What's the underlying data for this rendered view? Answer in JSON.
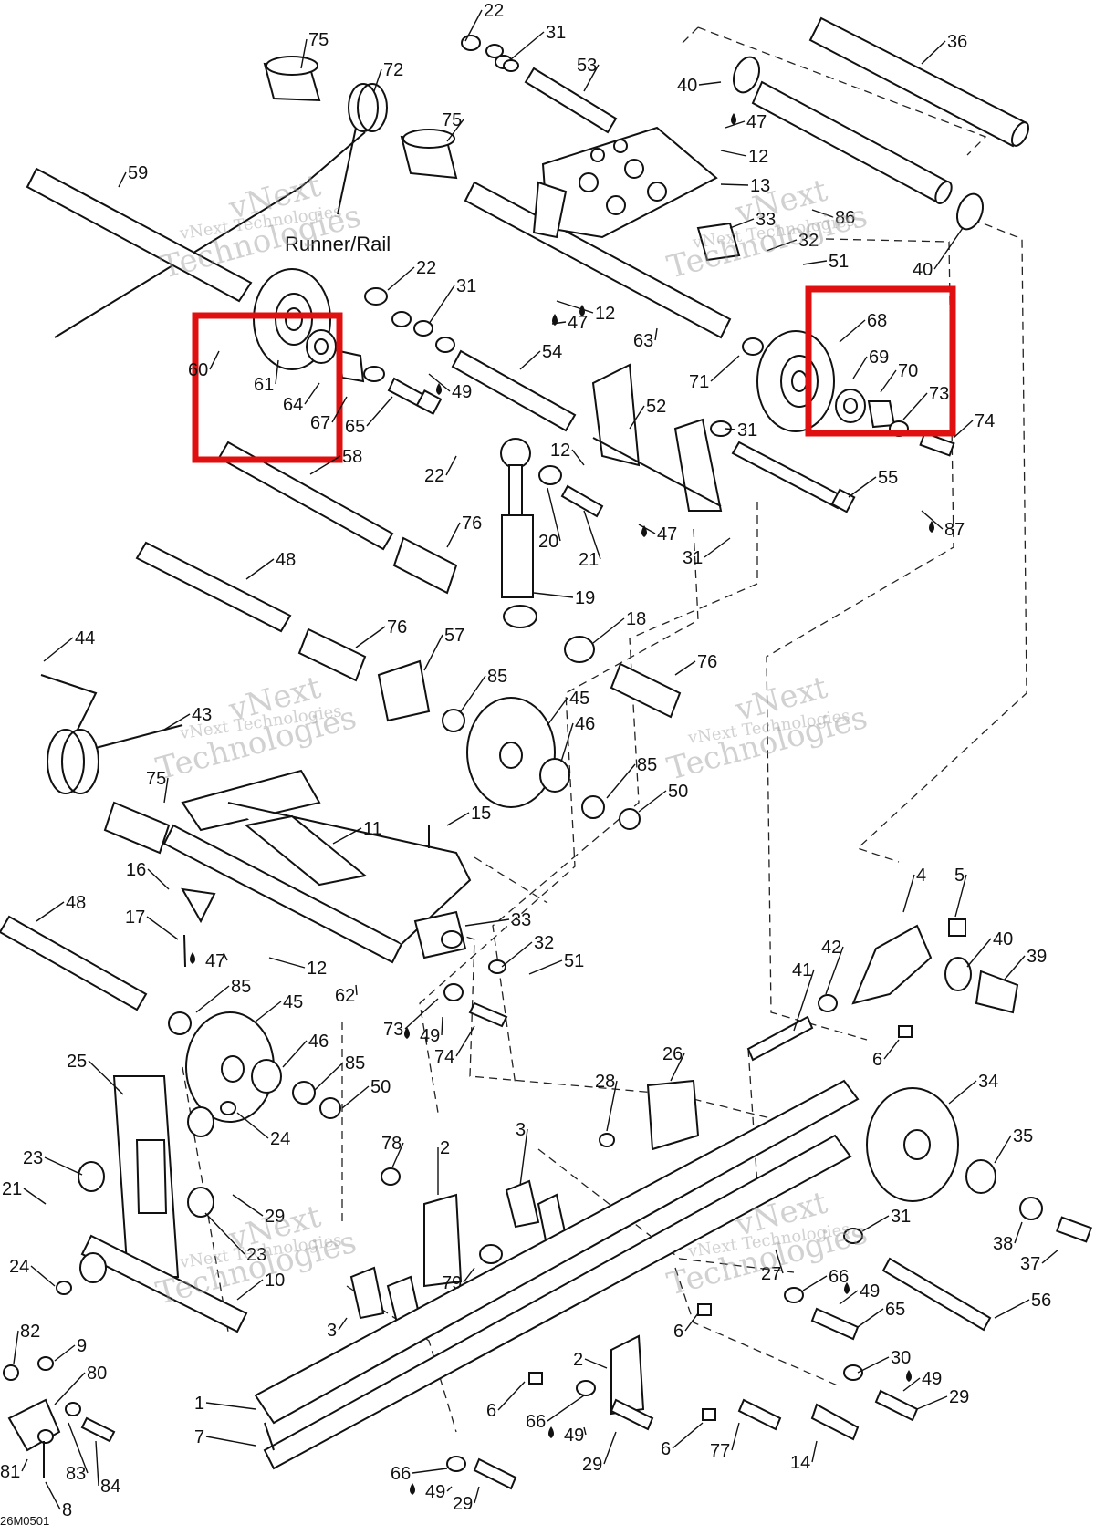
{
  "caption": "Runner/Rail",
  "figure_code": "26M0501",
  "watermarks": [
    "vNext Technologies",
    "Technologies",
    "vNext"
  ],
  "highlight_color": "#e01010",
  "callouts": [
    {
      "id": "c22a",
      "text": "22"
    },
    {
      "id": "c31a",
      "text": "31"
    },
    {
      "id": "c75a",
      "text": "75"
    },
    {
      "id": "c72",
      "text": "72"
    },
    {
      "id": "c53",
      "text": "53"
    },
    {
      "id": "c36",
      "text": "36"
    },
    {
      "id": "c40a",
      "text": "40"
    },
    {
      "id": "c47a",
      "text": "47"
    },
    {
      "id": "c75b",
      "text": "75"
    },
    {
      "id": "c12a",
      "text": "12"
    },
    {
      "id": "c13",
      "text": "13"
    },
    {
      "id": "c59",
      "text": "59"
    },
    {
      "id": "c86",
      "text": "86"
    },
    {
      "id": "c33a",
      "text": "33"
    },
    {
      "id": "c32a",
      "text": "32"
    },
    {
      "id": "c40b",
      "text": "40"
    },
    {
      "id": "c51a",
      "text": "51"
    },
    {
      "id": "c22b",
      "text": "22"
    },
    {
      "id": "c31b",
      "text": "31"
    },
    {
      "id": "c12b",
      "text": "12"
    },
    {
      "id": "c47b",
      "text": "47"
    },
    {
      "id": "c68",
      "text": "68"
    },
    {
      "id": "c63",
      "text": "63"
    },
    {
      "id": "c69",
      "text": "69"
    },
    {
      "id": "c70",
      "text": "70"
    },
    {
      "id": "c73a",
      "text": "73"
    },
    {
      "id": "c60",
      "text": "60"
    },
    {
      "id": "c61",
      "text": "61"
    },
    {
      "id": "c54",
      "text": "54"
    },
    {
      "id": "c71",
      "text": "71"
    },
    {
      "id": "c64",
      "text": "64"
    },
    {
      "id": "c67",
      "text": "67"
    },
    {
      "id": "c65a",
      "text": "65"
    },
    {
      "id": "c49a",
      "text": "49"
    },
    {
      "id": "c52",
      "text": "52"
    },
    {
      "id": "c31c",
      "text": "31"
    },
    {
      "id": "c74a",
      "text": "74"
    },
    {
      "id": "c58",
      "text": "58"
    },
    {
      "id": "c22c",
      "text": "22"
    },
    {
      "id": "c12c",
      "text": "12"
    },
    {
      "id": "c55",
      "text": "55"
    },
    {
      "id": "c87",
      "text": "87"
    },
    {
      "id": "c47c",
      "text": "47"
    },
    {
      "id": "c76a",
      "text": "76"
    },
    {
      "id": "c20",
      "text": "20"
    },
    {
      "id": "c21a",
      "text": "21"
    },
    {
      "id": "c31d",
      "text": "31"
    },
    {
      "id": "c48a",
      "text": "48"
    },
    {
      "id": "c19",
      "text": "19"
    },
    {
      "id": "c18",
      "text": "18"
    },
    {
      "id": "c44",
      "text": "44"
    },
    {
      "id": "c76b",
      "text": "76"
    },
    {
      "id": "c57",
      "text": "57"
    },
    {
      "id": "c76c",
      "text": "76"
    },
    {
      "id": "c85a",
      "text": "85"
    },
    {
      "id": "c45a",
      "text": "45"
    },
    {
      "id": "c43",
      "text": "43"
    },
    {
      "id": "c46a",
      "text": "46"
    },
    {
      "id": "c85b",
      "text": "85"
    },
    {
      "id": "c50a",
      "text": "50"
    },
    {
      "id": "c75c",
      "text": "75"
    },
    {
      "id": "c15",
      "text": "15"
    },
    {
      "id": "c11",
      "text": "11"
    },
    {
      "id": "c16",
      "text": "16"
    },
    {
      "id": "c4",
      "text": "4"
    },
    {
      "id": "c5",
      "text": "5"
    },
    {
      "id": "c48b",
      "text": "48"
    },
    {
      "id": "c33b",
      "text": "33"
    },
    {
      "id": "c17",
      "text": "17"
    },
    {
      "id": "c32b",
      "text": "32"
    },
    {
      "id": "c40c",
      "text": "40"
    },
    {
      "id": "c39",
      "text": "39"
    },
    {
      "id": "c51b",
      "text": "51"
    },
    {
      "id": "c47d",
      "text": "47"
    },
    {
      "id": "c12d",
      "text": "12"
    },
    {
      "id": "c42",
      "text": "42"
    },
    {
      "id": "c62",
      "text": "62"
    },
    {
      "id": "c41",
      "text": "41"
    },
    {
      "id": "c85c",
      "text": "85"
    },
    {
      "id": "c45b",
      "text": "45"
    },
    {
      "id": "c73b",
      "text": "73"
    },
    {
      "id": "c49b",
      "text": "49"
    },
    {
      "id": "c74b",
      "text": "74"
    },
    {
      "id": "c6a",
      "text": "6"
    },
    {
      "id": "c25",
      "text": "25"
    },
    {
      "id": "c46b",
      "text": "46"
    },
    {
      "id": "c26",
      "text": "26"
    },
    {
      "id": "c85d",
      "text": "85"
    },
    {
      "id": "c50b",
      "text": "50"
    },
    {
      "id": "c34",
      "text": "34"
    },
    {
      "id": "c28",
      "text": "28"
    },
    {
      "id": "c24a",
      "text": "24"
    },
    {
      "id": "c23a",
      "text": "23"
    },
    {
      "id": "c3a",
      "text": "3"
    },
    {
      "id": "c35",
      "text": "35"
    },
    {
      "id": "c78",
      "text": "78"
    },
    {
      "id": "c2a",
      "text": "2"
    },
    {
      "id": "c21b",
      "text": "21"
    },
    {
      "id": "c29a",
      "text": "29"
    },
    {
      "id": "c31e",
      "text": "31"
    },
    {
      "id": "c38",
      "text": "38"
    },
    {
      "id": "c23b",
      "text": "23"
    },
    {
      "id": "c37",
      "text": "37"
    },
    {
      "id": "c24b",
      "text": "24"
    },
    {
      "id": "c10",
      "text": "10"
    },
    {
      "id": "c79",
      "text": "79"
    },
    {
      "id": "c27",
      "text": "27"
    },
    {
      "id": "c66a",
      "text": "66"
    },
    {
      "id": "c56",
      "text": "56"
    },
    {
      "id": "c3b",
      "text": "3"
    },
    {
      "id": "c49c",
      "text": "49"
    },
    {
      "id": "c65b",
      "text": "65"
    },
    {
      "id": "c82",
      "text": "82"
    },
    {
      "id": "c9",
      "text": "9"
    },
    {
      "id": "c6b",
      "text": "6"
    },
    {
      "id": "c80",
      "text": "80"
    },
    {
      "id": "c2b",
      "text": "2"
    },
    {
      "id": "c30",
      "text": "30"
    },
    {
      "id": "c1",
      "text": "1"
    },
    {
      "id": "c49d",
      "text": "49"
    },
    {
      "id": "c29b",
      "text": "29"
    },
    {
      "id": "c6c",
      "text": "6"
    },
    {
      "id": "c66b",
      "text": "66"
    },
    {
      "id": "c7",
      "text": "7"
    },
    {
      "id": "c49e",
      "text": "49"
    },
    {
      "id": "c6d",
      "text": "6"
    },
    {
      "id": "c77",
      "text": "77"
    },
    {
      "id": "c14",
      "text": "14"
    },
    {
      "id": "c29c",
      "text": "29"
    },
    {
      "id": "c81",
      "text": "81"
    },
    {
      "id": "c83",
      "text": "83"
    },
    {
      "id": "c84",
      "text": "84"
    },
    {
      "id": "c66c",
      "text": "66"
    },
    {
      "id": "c49f",
      "text": "49"
    },
    {
      "id": "c29d",
      "text": "29"
    },
    {
      "id": "c8",
      "text": "8"
    }
  ]
}
